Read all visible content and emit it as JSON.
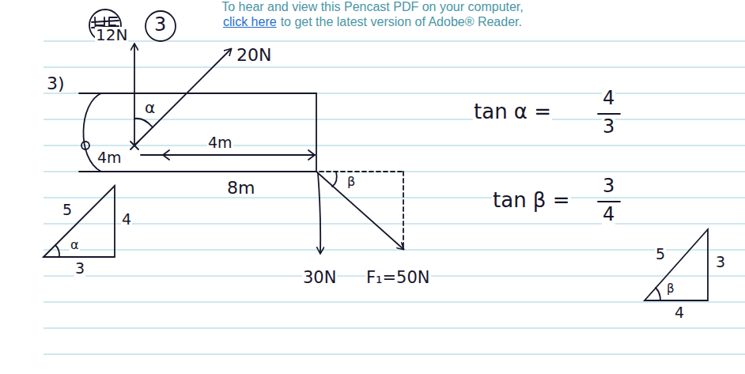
{
  "diagram": {
    "labels": [
      "To hear and view this Pencast PDF on your computer,",
      "click here",
      "to get the latest version of Adobe® Reader.",
      "3",
      "12N",
      "20N",
      "3)",
      "α",
      "4m",
      "4m",
      "8m",
      "tan α =",
      "4",
      "3",
      "tan β =",
      "3",
      "4",
      "5",
      "4",
      "3",
      "α",
      "β",
      "30N",
      "F₁=50N",
      "5",
      "3",
      "4",
      "β"
    ]
  }
}
